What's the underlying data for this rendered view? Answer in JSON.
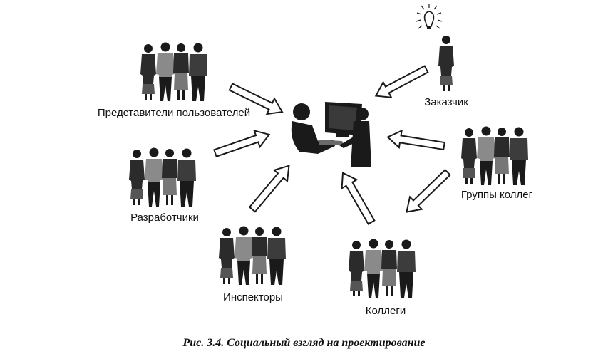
{
  "diagram": {
    "groups": {
      "users": {
        "label": "Представители пользователей"
      },
      "developers": {
        "label": "Разработчики"
      },
      "inspectors": {
        "label": "Инспекторы"
      },
      "colleagues": {
        "label": "Коллеги"
      },
      "peer_groups": {
        "label": "Группы коллег"
      },
      "customer": {
        "label": "Заказчик"
      }
    },
    "caption": "Рис. 3.4. Социальный взгляд на проектирование",
    "icons": {
      "center": "designer-at-computer-icon",
      "idea": "lightbulb-icon"
    },
    "colors": {
      "ink": "#1a1a1a",
      "arrow_fill": "#ffffff",
      "gray_sweater": "#8a8a8a",
      "dark_clothing": "#2b2b2b"
    }
  }
}
